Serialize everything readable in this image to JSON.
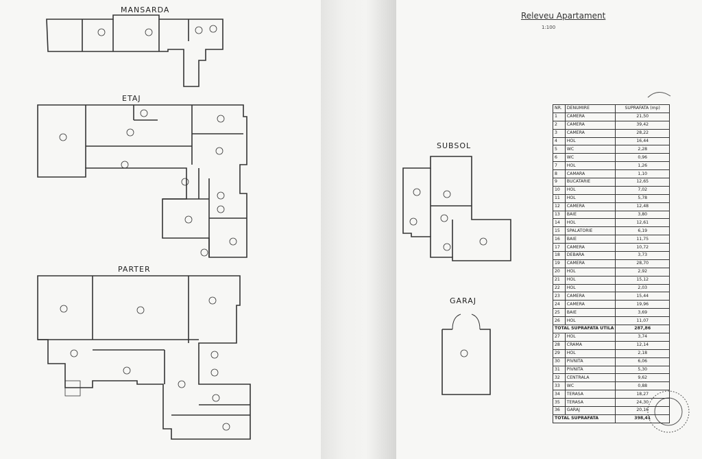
{
  "left_page": {
    "sections": {
      "mansarda": "MANSARDA",
      "etaj": "ETAJ",
      "parter": "PARTER"
    }
  },
  "right_page": {
    "title": "Releveu Apartament",
    "scale": "1:100",
    "sections": {
      "subsol": "SUBSOL",
      "garaj": "GARAJ"
    },
    "table": {
      "headers": [
        "NR.",
        "DENUMIRE",
        "SUPRAFATA (mp)"
      ],
      "rows": [
        [
          "1",
          "CAMERA",
          "21,50"
        ],
        [
          "2",
          "CAMERA",
          "39,42"
        ],
        [
          "3",
          "CAMERA",
          "28,22"
        ],
        [
          "4",
          "HOL",
          "16,44"
        ],
        [
          "5",
          "WC",
          "2,28"
        ],
        [
          "6",
          "WC",
          "0,96"
        ],
        [
          "7",
          "HOL",
          "1,26"
        ],
        [
          "8",
          "CAMARA",
          "1,10"
        ],
        [
          "9",
          "BUCATARIE",
          "12,65"
        ],
        [
          "10",
          "HOL",
          "7,02"
        ],
        [
          "11",
          "HOL",
          "5,78"
        ],
        [
          "12",
          "CAMERA",
          "12,48"
        ],
        [
          "13",
          "BAIE",
          "3,80"
        ],
        [
          "14",
          "HOL",
          "12,61"
        ],
        [
          "15",
          "SPALATORIE",
          "6,19"
        ],
        [
          "16",
          "BAIE",
          "11,75"
        ],
        [
          "17",
          "CAMERA",
          "10,72"
        ],
        [
          "18",
          "DEBARA",
          "3,73"
        ],
        [
          "19",
          "CAMERA",
          "28,70"
        ],
        [
          "20",
          "HOL",
          "2,92"
        ],
        [
          "21",
          "HOL",
          "15,12"
        ],
        [
          "22",
          "HOL",
          "2,03"
        ],
        [
          "23",
          "CAMERA",
          "15,44"
        ],
        [
          "24",
          "CAMERA",
          "19,96"
        ],
        [
          "25",
          "BAIE",
          "3,69"
        ],
        [
          "26",
          "HOL",
          "11,07"
        ]
      ],
      "subtotal": [
        "TOTAL SUPRAFATA UTILA",
        "287,86"
      ],
      "rows2": [
        [
          "27",
          "HOL",
          "3,74"
        ],
        [
          "28",
          "CRAMA",
          "12,14"
        ],
        [
          "29",
          "HOL",
          "2,18"
        ],
        [
          "30",
          "PIVNITA",
          "6,06"
        ],
        [
          "31",
          "PIVNITA",
          "5,30"
        ],
        [
          "32",
          "CENTRALA",
          "9,62"
        ],
        [
          "33",
          "WC",
          "0,88"
        ],
        [
          "34",
          "TERASA",
          "18,27"
        ],
        [
          "35",
          "TERASA",
          "24,30"
        ],
        [
          "36",
          "GARAJ",
          "20,16"
        ]
      ],
      "total": [
        "TOTAL SUPRAFATA",
        "398,41"
      ]
    }
  }
}
